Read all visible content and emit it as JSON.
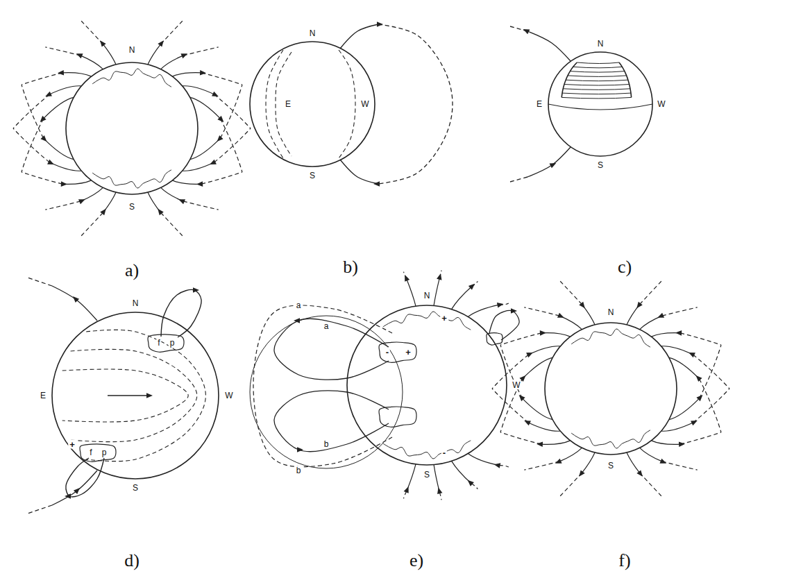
{
  "diagram": {
    "labels": [
      "a)",
      "b)",
      "c)",
      "d)",
      "e)",
      "f)",
      "N",
      "S",
      "N",
      "S",
      "E",
      "W",
      "N",
      "E",
      "W",
      "S",
      "N",
      "E",
      "W",
      "S",
      "f",
      "p",
      "f",
      "p",
      "+",
      "N",
      "W",
      "S",
      "+",
      "-",
      "-",
      "+",
      "a",
      "a",
      "b",
      "b",
      "N",
      "S"
    ]
  }
}
